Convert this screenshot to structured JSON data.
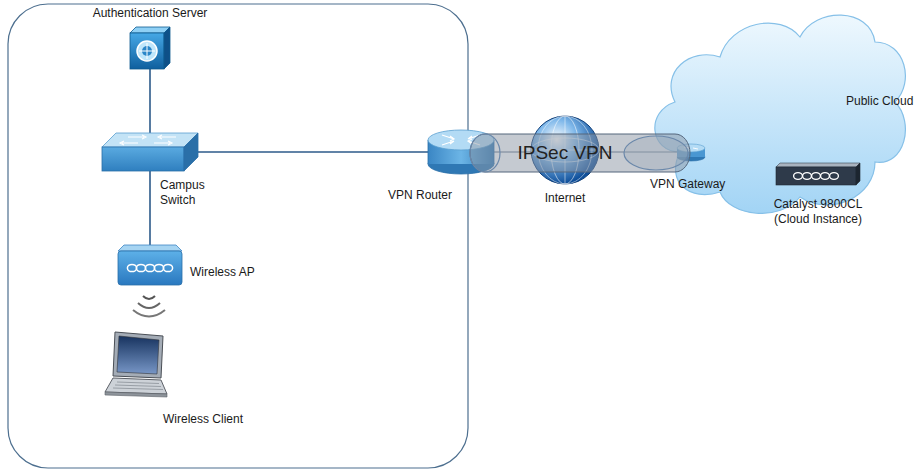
{
  "diagram": {
    "nodes": [
      {
        "text": [
          "Authentication Server"
        ]
      },
      {
        "text": [
          "Public Cloud"
        ]
      },
      {
        "text": [
          "Catalyst 9800CL (Cloud Instance)"
        ],
        "in": 1
      },
      {
        "text": [
          "Campus Switch"
        ]
      },
      {
        "text": [
          "VPN Router"
        ]
      },
      {
        "text": [
          "IPSec VPN"
        ]
      },
      {
        "text": [
          "Internet"
        ]
      },
      {
        "text": [
          "VPN Gateway"
        ]
      },
      {
        "text": [
          "Wireless AP"
        ]
      },
      {
        "text": [
          "Wireless Client"
        ]
      }
    ],
    "edges": [
      {
        "from": 0,
        "to": 3,
        "arrow": "none"
      },
      {
        "from": 3,
        "to": 4,
        "arrow": "none"
      },
      {
        "from": 3,
        "to": 8,
        "arrow": "none"
      },
      {
        "from": 4,
        "to": 7,
        "arrow": "none"
      }
    ]
  }
}
